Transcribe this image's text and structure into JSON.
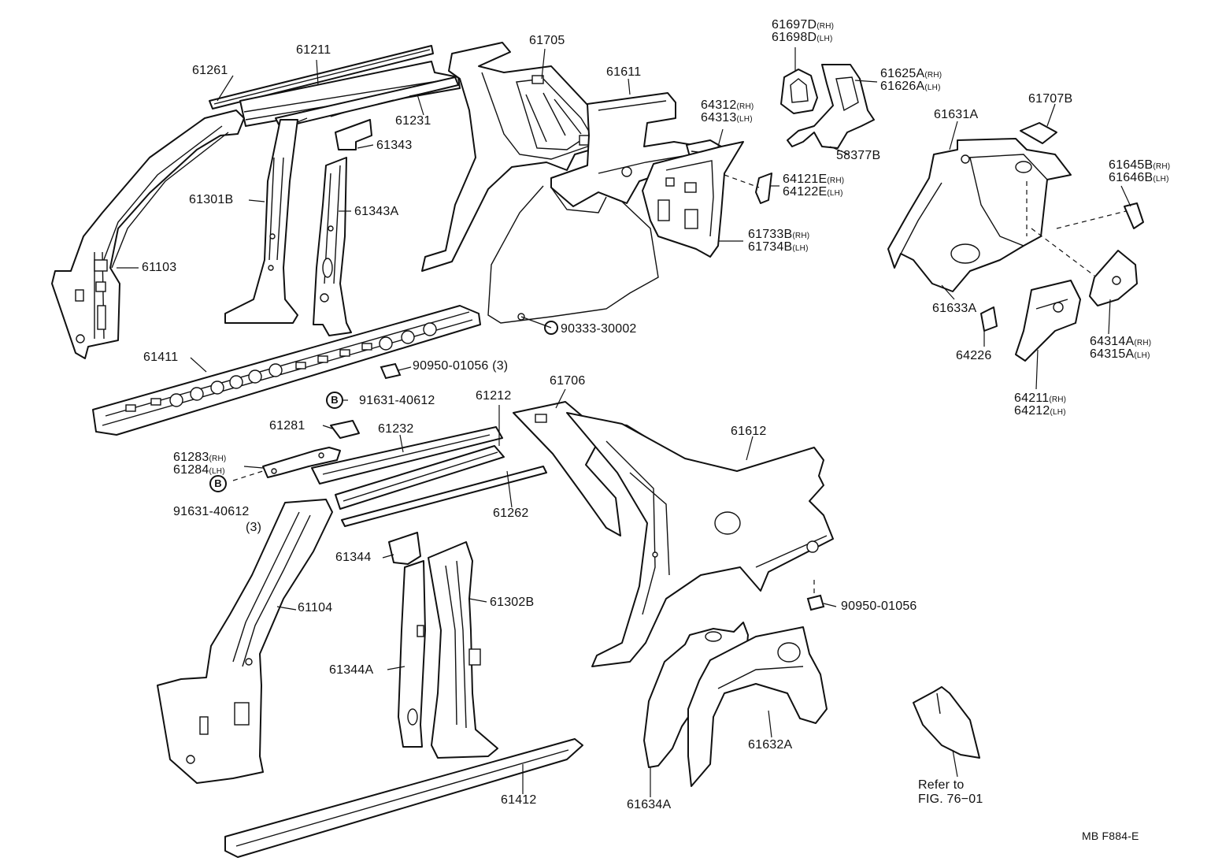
{
  "diagram": {
    "footer_code": "MB F884-E",
    "reference_note": {
      "line1": "Refer to",
      "line2": "FIG. 76−01"
    },
    "bolt_marker": "B",
    "parts": {
      "p61261": "61261",
      "p61211": "61211",
      "p61231": "61231",
      "p61343": "61343",
      "p61301B": "61301B",
      "p61343A": "61343A",
      "p61103": "61103",
      "p61411": "61411",
      "p61705": "61705",
      "p61611": "61611",
      "p90333": "90333-30002",
      "p90950a": "90950-01056",
      "p90950a_qty": "(3)",
      "p61697D": "61697D",
      "p61698D": "61698D",
      "p61625A": "61625A",
      "p61626A": "61626A",
      "p64312": "64312",
      "p64313": "64313",
      "p58377B": "58377B",
      "p64121E": "64121E",
      "p64122E": "64122E",
      "p61733B": "61733B",
      "p61734B": "61734B",
      "p61631A": "61631A",
      "p61707B": "61707B",
      "p61645B": "61645B",
      "p61646B": "61646B",
      "p61633A": "61633A",
      "p64226": "64226",
      "p64314A": "64314A",
      "p64315A": "64315A",
      "p64211": "64211",
      "p64212": "64212",
      "p91631a": "91631-40612",
      "p61281": "61281",
      "p61232": "61232",
      "p61212": "61212",
      "p61283": "61283",
      "p61284": "61284",
      "p91631b": "91631-40612",
      "p91631b_qty": "(3)",
      "p61262": "61262",
      "p61706": "61706",
      "p61612": "61612",
      "p61344": "61344",
      "p61104": "61104",
      "p61302B": "61302B",
      "p90950b": "90950-01056",
      "p61344A": "61344A",
      "p61632A": "61632A",
      "p61412": "61412",
      "p61634A": "61634A"
    },
    "side": {
      "rh": "(RH)",
      "lh": "(LH)"
    }
  }
}
